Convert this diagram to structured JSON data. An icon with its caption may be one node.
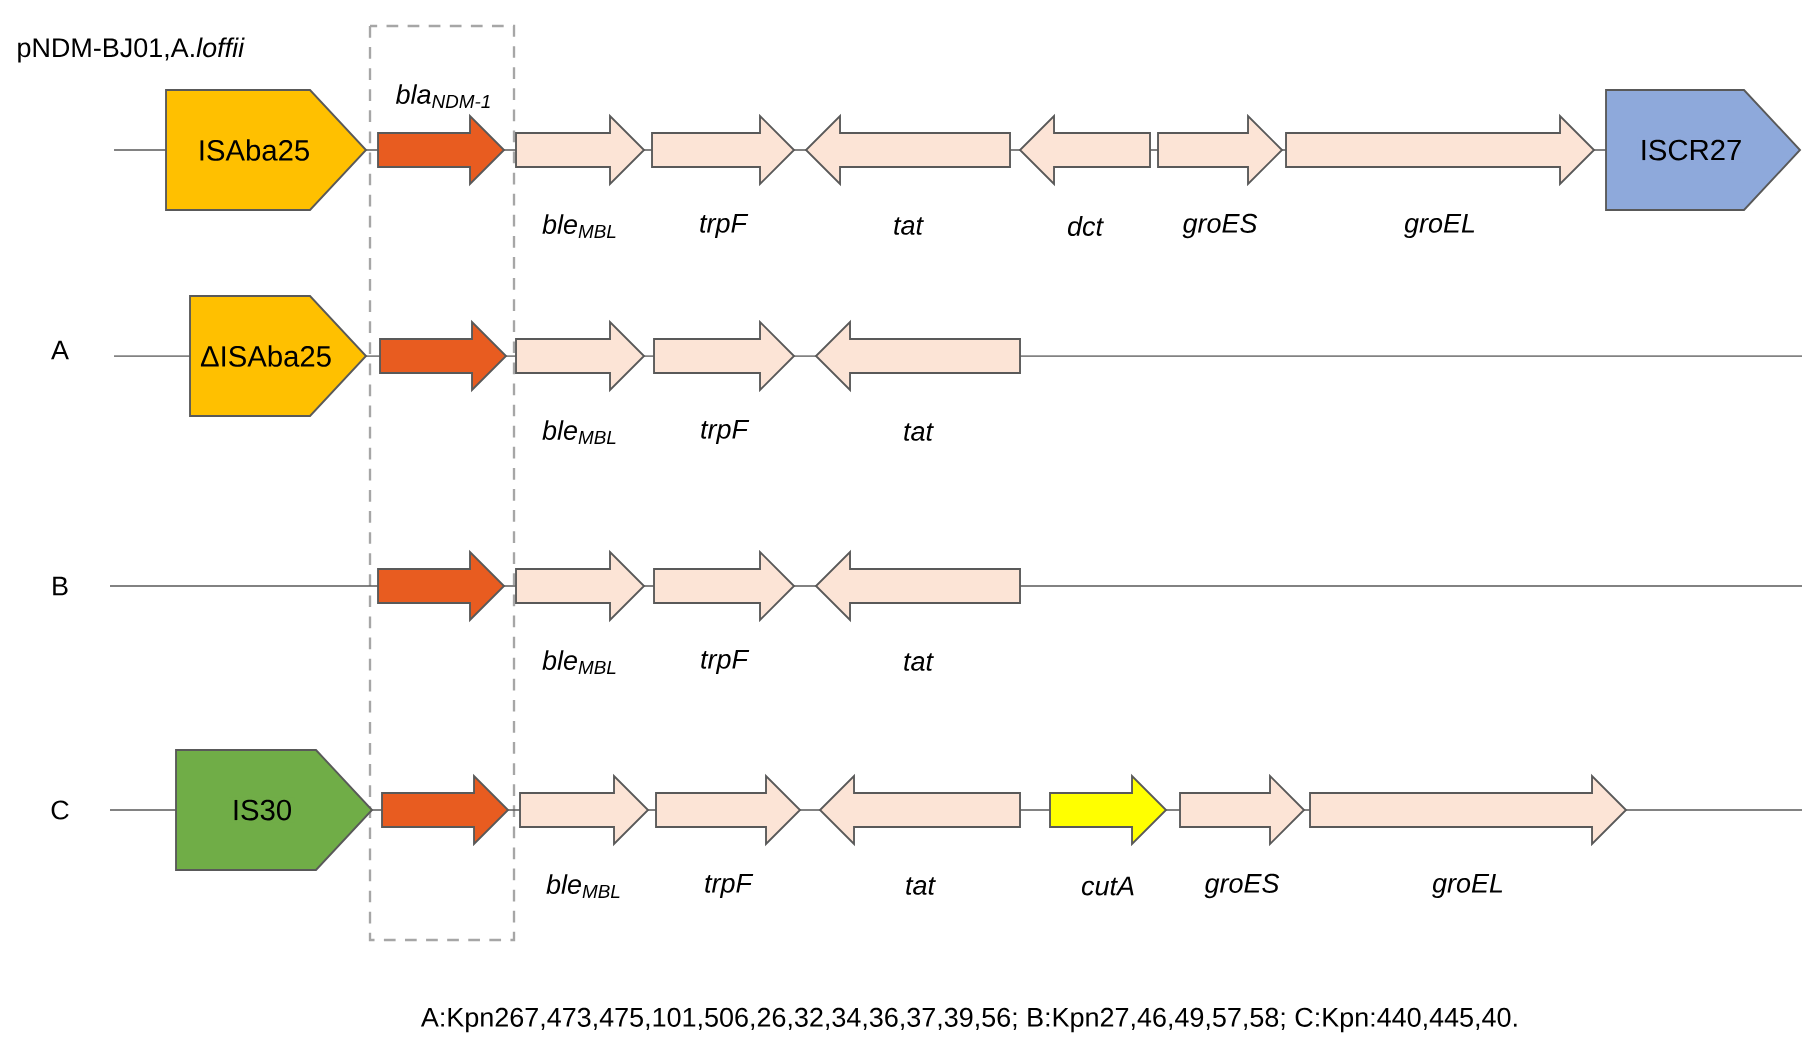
{
  "diagram": {
    "nodes": [
      {
        "text": [
          "ISAba25"
        ]
      },
      {
        "text": [],
        "shape": "arrow",
        "beside": [
          "bla$_{NDM-1}$"
        ]
      },
      {
        "text": [],
        "shape": "arrow",
        "beside": [
          "ble$_{MBL}$"
        ]
      },
      {
        "text": [],
        "shape": "arrow",
        "beside": [
          "trpF"
        ]
      },
      {
        "text": [],
        "shape": "arrow",
        "beside": [
          "tat"
        ]
      },
      {
        "text": [],
        "shape": "arrow",
        "beside": [
          "dct"
        ]
      },
      {
        "text": [],
        "shape": "arrow",
        "beside": [
          "groES"
        ]
      },
      {
        "text": [],
        "shape": "arrow",
        "beside": [
          "groEL"
        ]
      },
      {
        "text": [
          "ISCR27"
        ]
      },
      {
        "text": [
          "ΔISAba25"
        ]
      },
      {
        "text": [],
        "shape": "arrow"
      },
      {
        "text": [],
        "shape": "arrow",
        "beside": [
          "ble$_{MBL}$"
        ]
      },
      {
        "text": [],
        "shape": "arrow",
        "beside": [
          "trpF"
        ]
      },
      {
        "text": [],
        "shape": "arrow",
        "beside": [
          "tat"
        ]
      },
      {
        "text": [],
        "shape": "arrow"
      },
      {
        "text": [],
        "shape": "arrow",
        "beside": [
          "ble$_{MBL}$"
        ]
      },
      {
        "text": [],
        "shape": "arrow",
        "beside": [
          "trpF"
        ]
      },
      {
        "text": [],
        "shape": "arrow",
        "beside": [
          "tat"
        ]
      },
      {
        "text": [
          "IS30"
        ]
      },
      {
        "text": [],
        "shape": "arrow"
      },
      {
        "text": [],
        "shape": "arrow",
        "beside": [
          "ble$_{MBL}$"
        ]
      },
      {
        "text": [],
        "shape": "arrow",
        "beside": [
          "trpF"
        ]
      },
      {
        "text": [],
        "shape": "arrow",
        "beside": [
          "tat"
        ]
      },
      {
        "text": [],
        "shape": "arrow",
        "beside": [
          "cutA"
        ]
      },
      {
        "text": [],
        "shape": "arrow",
        "beside": [
          "groES"
        ]
      },
      {
        "text": [],
        "shape": "arrow",
        "beside": [
          "groEL"
        ]
      }
    ],
    "labels": [
      "pNDM-BJ01,A.*loffii*",
      "A",
      "B",
      "C",
      "A:Kpn267,473,475,101,506,26,32,34,36,37,39,56; B:Kpn27,46,49,57,58; C:Kpn:440,445,40."
    ]
  }
}
